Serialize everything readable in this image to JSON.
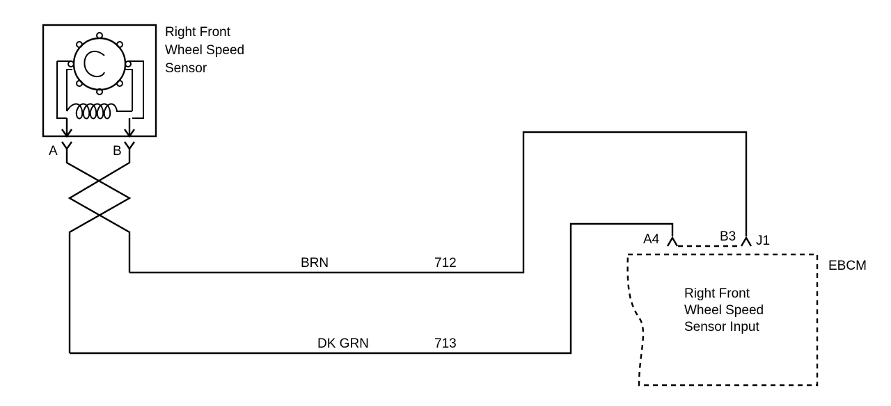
{
  "sensor": {
    "label_line1": "Right  Front",
    "label_line2": "Wheel Speed",
    "label_line3": "Sensor",
    "pin_a": "A",
    "pin_b": "B"
  },
  "wires": [
    {
      "color": "BRN",
      "circuit": "712"
    },
    {
      "color": "DK GRN",
      "circuit": "713"
    }
  ],
  "module": {
    "name": "EBCM",
    "connector": "J1",
    "pin_a4": "A4",
    "pin_b3": "B3",
    "label_line1": "Right Front",
    "label_line2": "Wheel Speed",
    "label_line3": "Sensor Input"
  }
}
